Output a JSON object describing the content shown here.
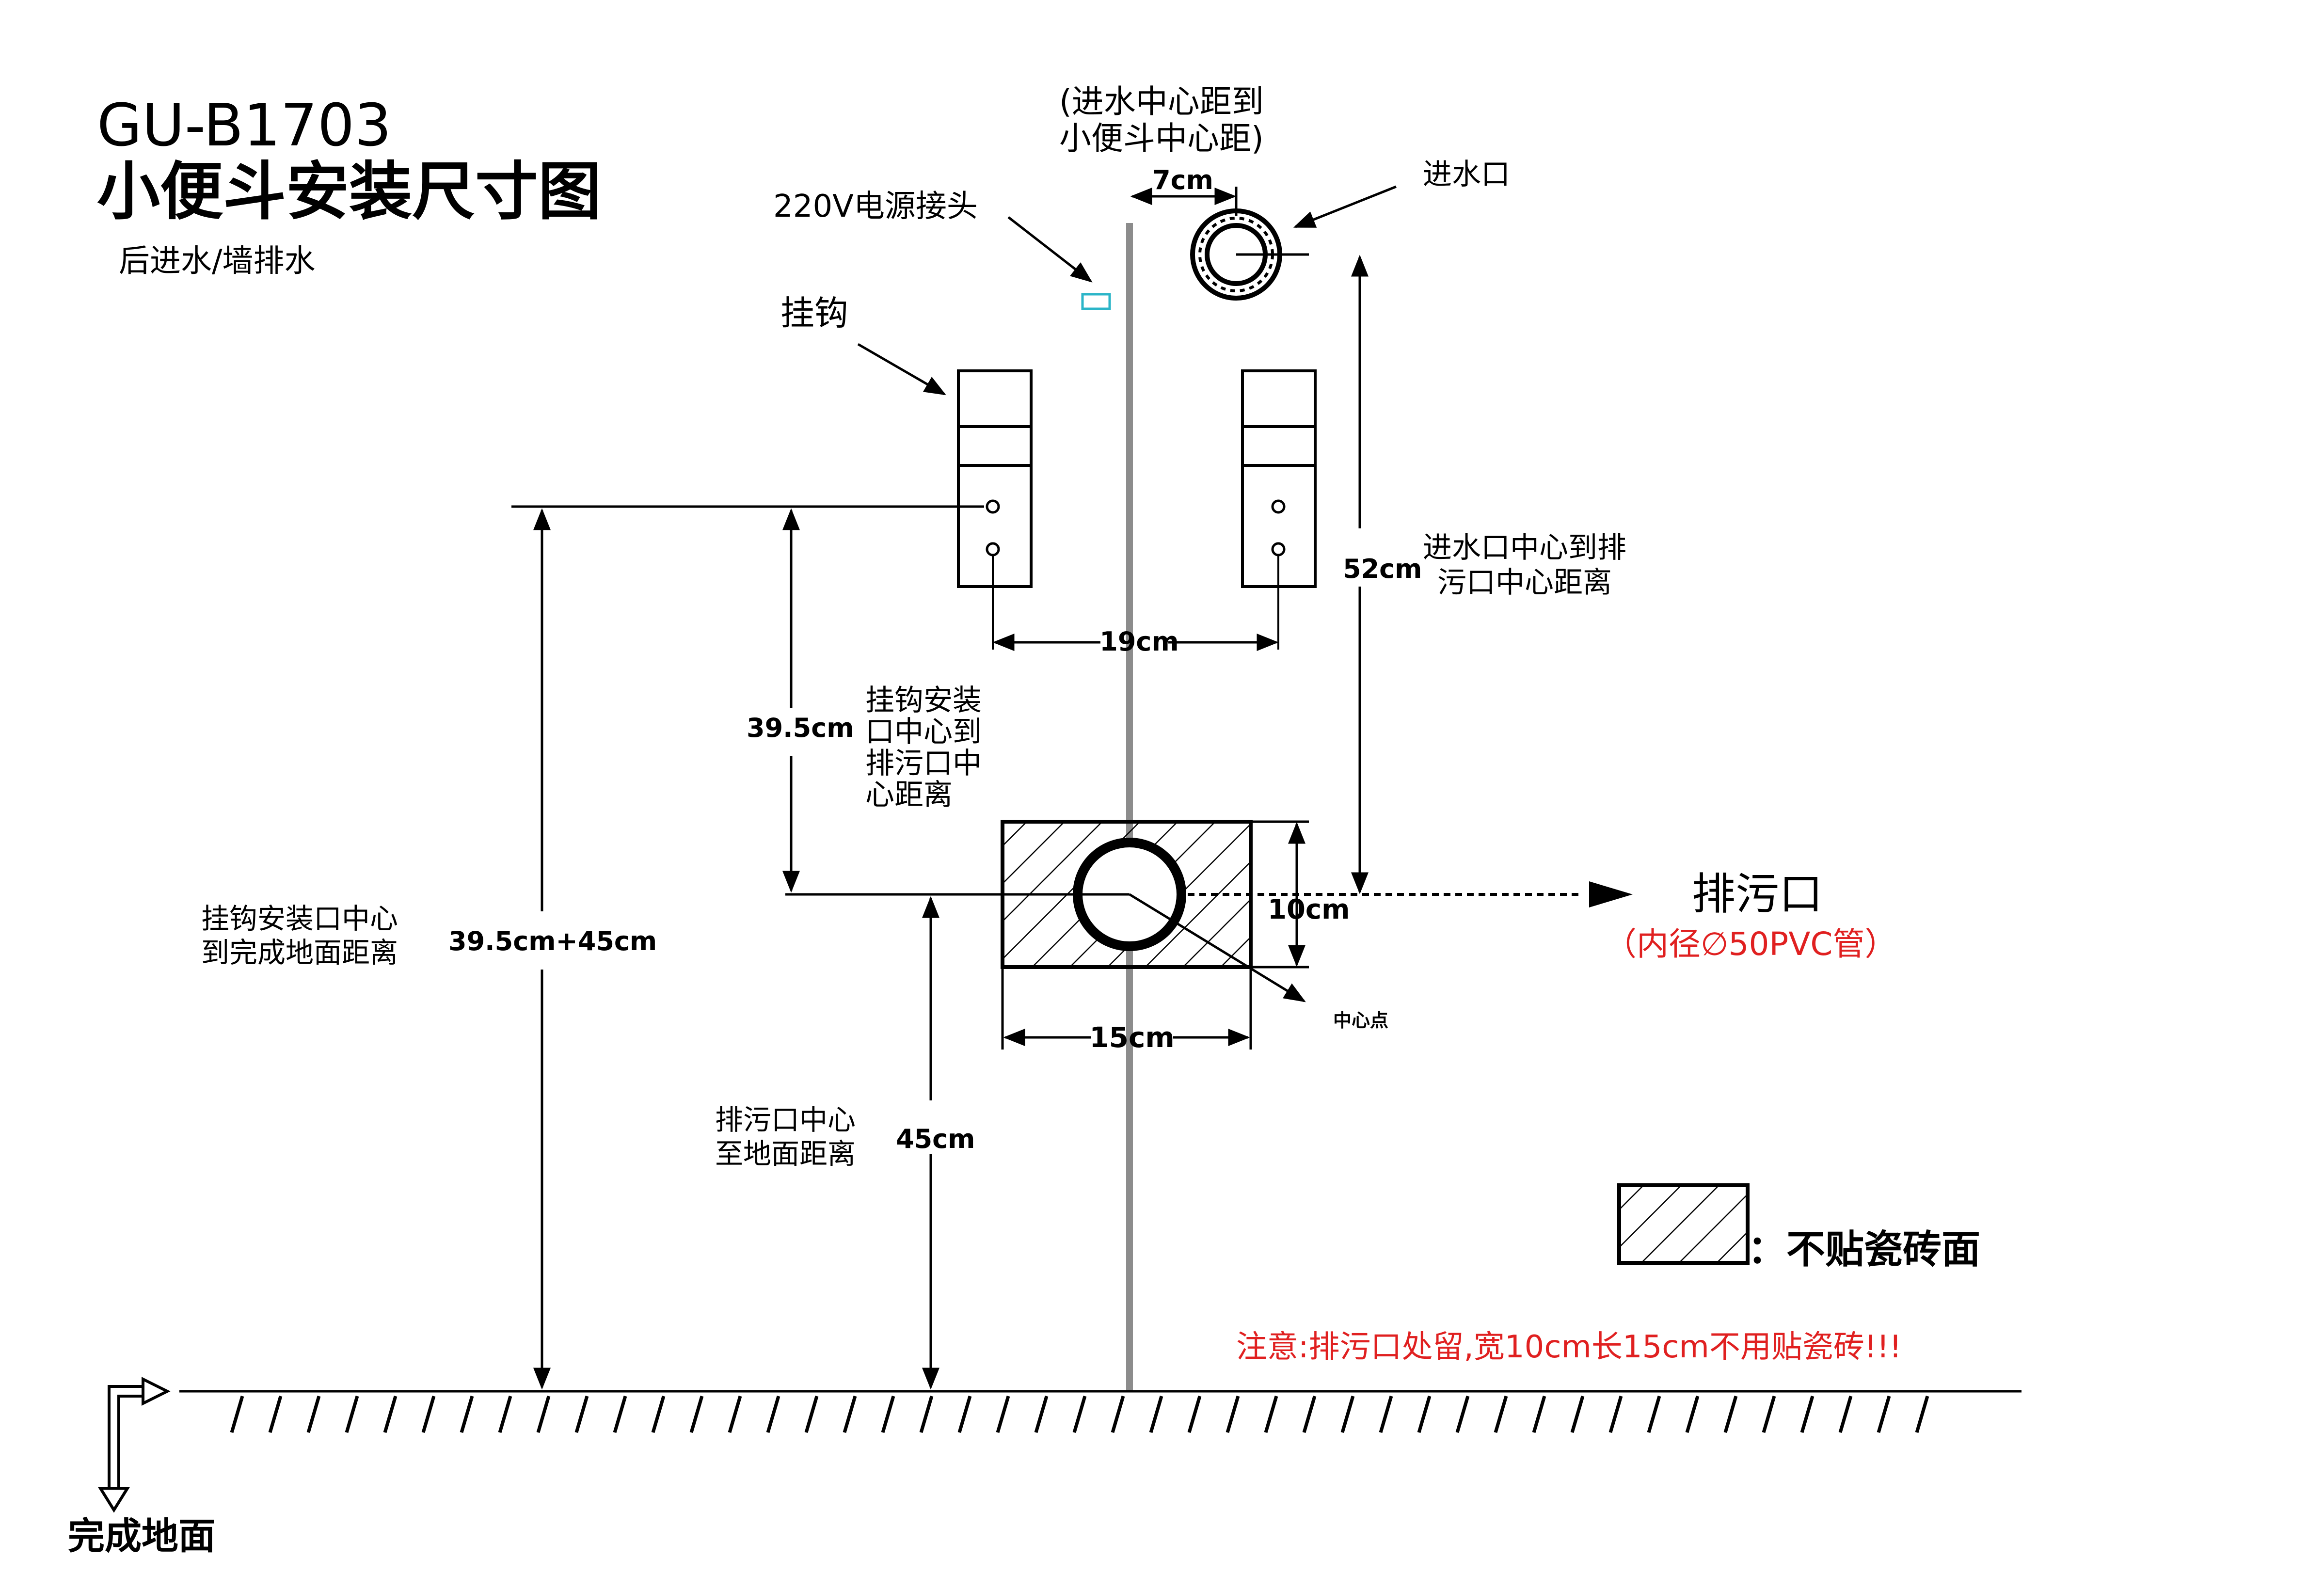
{
  "header": {
    "model": "GU-B1703",
    "title": "小便斗安装尺寸图",
    "subtitle": "后进水/墙排水"
  },
  "labels": {
    "inlet_center_note_line1": "(进水中心距到",
    "inlet_center_note_line2": "小便斗中心距)",
    "inlet_offset": "7cm",
    "inlet": "进水口",
    "power_socket": "220V电源接头",
    "hook": "挂钩",
    "hook_spacing": "19cm",
    "inlet_to_drain": "52cm",
    "inlet_to_drain_desc_line1": "进水口中心到排",
    "inlet_to_drain_desc_line2": "污口中心距离",
    "hook_to_drain": "39.5cm",
    "hook_to_drain_desc": [
      "挂钩安装",
      "口中心到",
      "排污口中",
      "心距离"
    ],
    "hook_to_floor_desc_line1": "挂钩安装口中心",
    "hook_to_floor_desc_line2": "到完成地面距离",
    "hook_to_floor": "39.5cm+45cm",
    "opening_height": "10cm",
    "opening_width": "15cm",
    "center_point": "中心点",
    "drain": "排污口",
    "drain_spec": "（内径∅50PVC管）",
    "drain_to_floor_desc_line1": "排污口中心",
    "drain_to_floor_desc_line2": "至地面距离",
    "drain_to_floor": "45cm",
    "legend_text": "：不贴瓷砖面",
    "notice": "注意:排污口处留,宽10cm长15cm不用贴瓷砖!!!",
    "finished_floor": "完成地面"
  },
  "colors": {
    "line": "#000000",
    "center_line": "#8c8c8c",
    "notice": "#e02020",
    "socket": "#2bb5c8"
  }
}
